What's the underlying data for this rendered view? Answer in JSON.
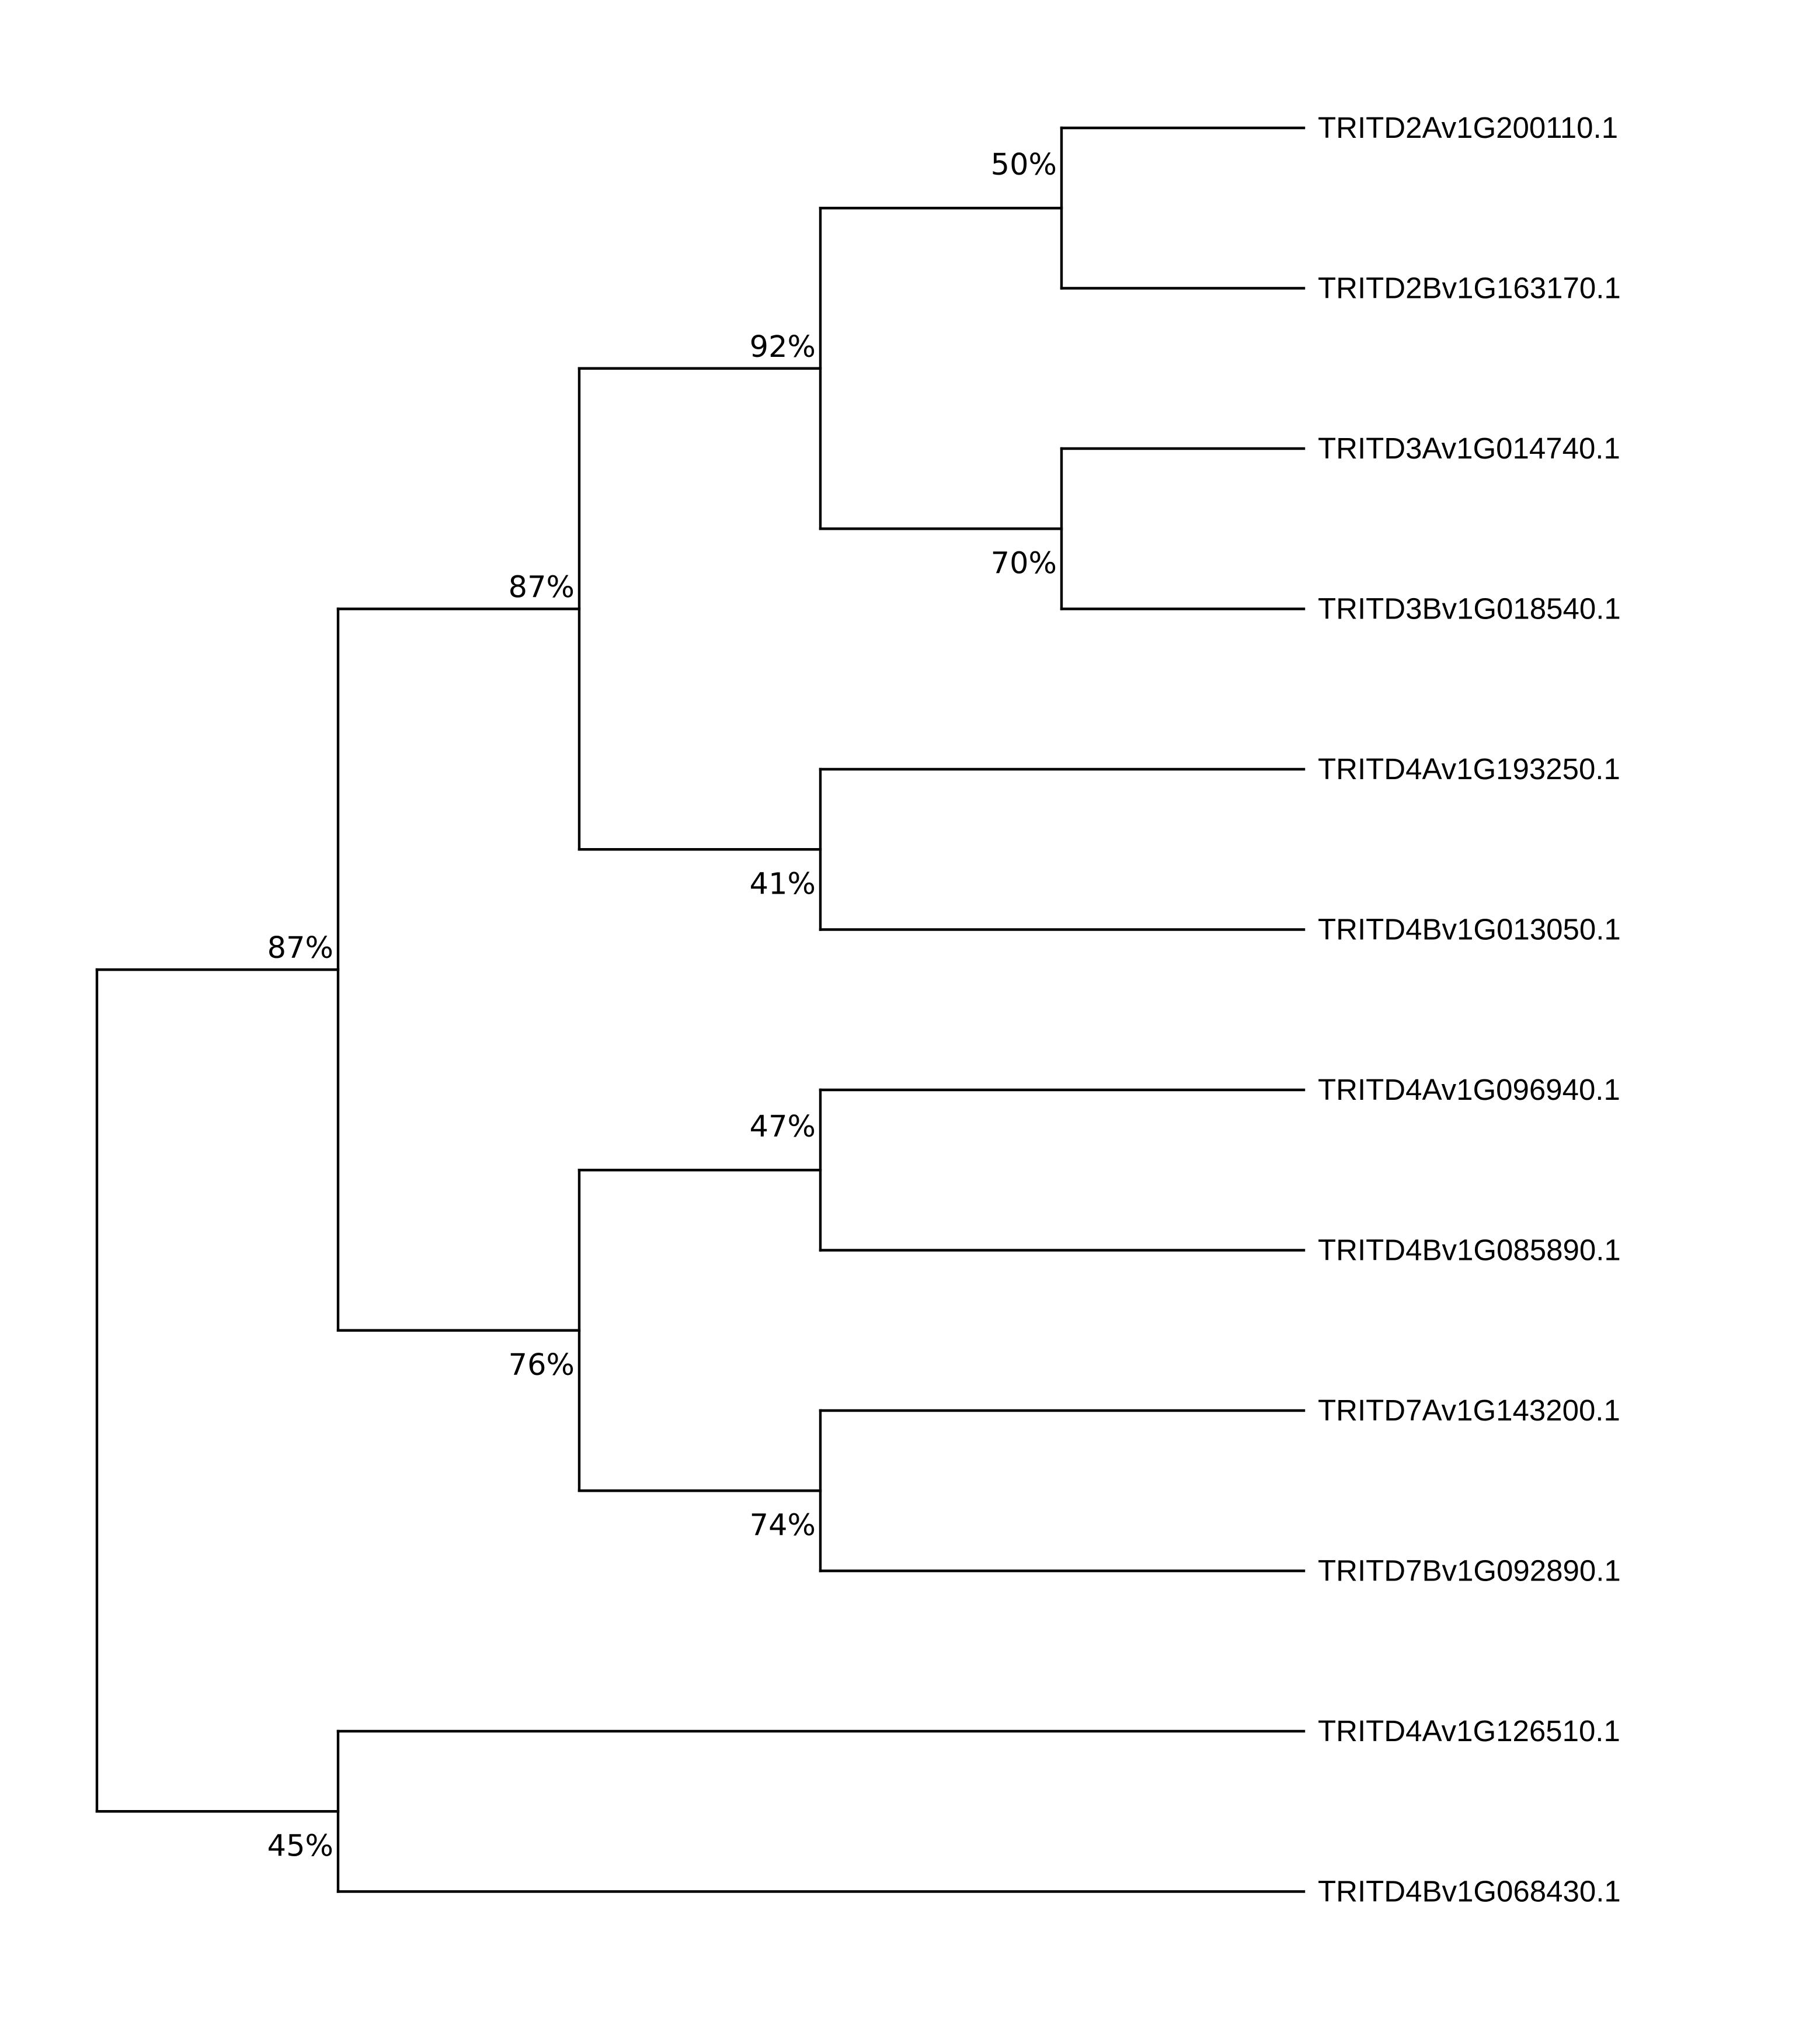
{
  "tree": {
    "line_color": "#000000",
    "tips": [
      "TRITD2Av1G200110.1",
      "TRITD2Bv1G163170.1",
      "TRITD3Av1G014740.1",
      "TRITD3Bv1G018540.1",
      "TRITD4Av1G193250.1",
      "TRITD4Bv1G013050.1",
      "TRITD4Av1G096940.1",
      "TRITD4Bv1G085890.1",
      "TRITD7Av1G143200.1",
      "TRITD7Bv1G092890.1",
      "TRITD4Av1G126510.1",
      "TRITD4Bv1G068430.1"
    ],
    "nodes": {
      "root": {
        "children": [
          "n87a",
          "n45"
        ]
      },
      "n87a": {
        "support": "87%",
        "children": [
          "n87b",
          "n76"
        ]
      },
      "n87b": {
        "support": "87%",
        "children": [
          "n92",
          "n41"
        ]
      },
      "n92": {
        "support": "92%",
        "children": [
          "n50",
          "n70"
        ]
      },
      "n50": {
        "support": "50%",
        "children": [
          "TRITD2Av1G200110.1",
          "TRITD2Bv1G163170.1"
        ]
      },
      "n70": {
        "support": "70%",
        "children": [
          "TRITD3Av1G014740.1",
          "TRITD3Bv1G018540.1"
        ]
      },
      "n41": {
        "support": "41%",
        "children": [
          "TRITD4Av1G193250.1",
          "TRITD4Bv1G013050.1"
        ]
      },
      "n76": {
        "support": "76%",
        "children": [
          "n47",
          "n74"
        ]
      },
      "n47": {
        "support": "47%",
        "children": [
          "TRITD4Av1G096940.1",
          "TRITD4Bv1G085890.1"
        ]
      },
      "n74": {
        "support": "74%",
        "children": [
          "TRITD7Av1G143200.1",
          "TRITD7Bv1G092890.1"
        ]
      },
      "n45": {
        "support": "45%",
        "children": [
          "TRITD4Av1G126510.1",
          "TRITD4Bv1G068430.1"
        ]
      }
    }
  }
}
